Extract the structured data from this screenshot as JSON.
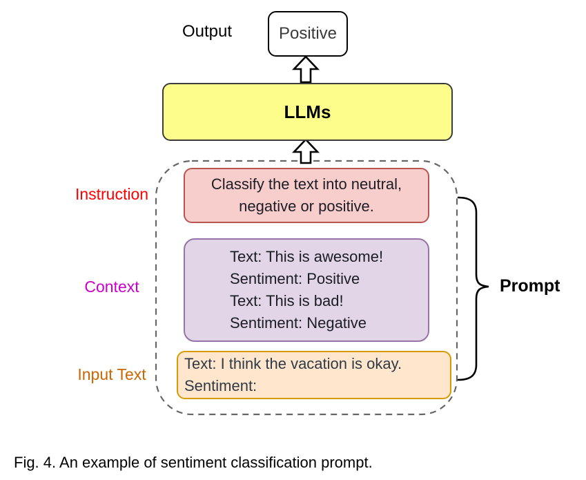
{
  "diagram": {
    "output_label": "Output",
    "output_value": "Positive",
    "llm_label": "LLMs",
    "prompt_label": "Prompt",
    "instruction": {
      "label": "Instruction",
      "lines": [
        "Classify the text into neutral,",
        "negative or positive."
      ]
    },
    "context": {
      "label": "Context",
      "lines": [
        "Text: This is awesome!",
        "Sentiment: Positive",
        "Text: This is bad!",
        "Sentiment: Negative"
      ]
    },
    "input_text": {
      "label": "Input Text",
      "lines": [
        "Text: I think the vacation is okay.",
        "Sentiment:"
      ]
    },
    "caption": "Fig. 4. An example of sentiment classification prompt."
  },
  "colors": {
    "llm_box_fill": "#FDFD8B",
    "llm_box_stroke": "#3B3B3B",
    "output_box_stroke": "#000000",
    "instruction_fill": "#F8CECC",
    "instruction_stroke": "#B85450",
    "instruction_label": "#FF0000",
    "context_fill": "#E1D5E7",
    "context_stroke": "#9673A6",
    "context_label": "#CC00CC",
    "input_fill": "#FFE6CC",
    "input_stroke": "#D79B00",
    "input_label": "#CC6600",
    "dashed_border": "#666666",
    "brace": "#000000"
  }
}
